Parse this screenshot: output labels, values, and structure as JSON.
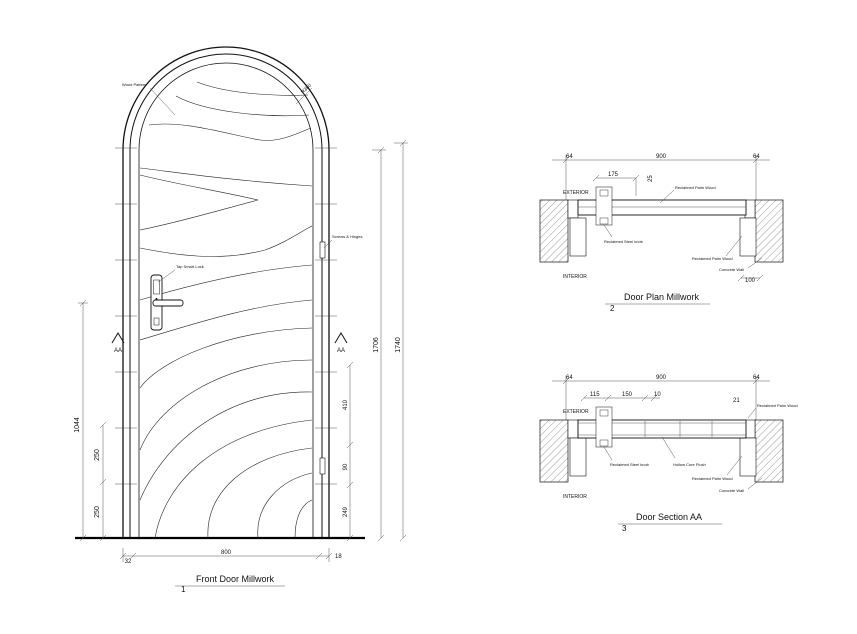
{
  "front": {
    "title": "Front Door Millwork",
    "number": "1",
    "notes": {
      "wood_pattern": "Wood Pattern",
      "radius": "R380",
      "tap_smart_lock": "Tap Smart Lock",
      "screws_hinges": "Screws & Hinges",
      "section_mark": "AA"
    },
    "dims": {
      "width": "800",
      "left_frame": "32",
      "right_frame": "18",
      "height_inner": "1706",
      "height_total": "1740",
      "handle_height": "1044",
      "lower_left_1": "250",
      "lower_left_2": "250",
      "right_410": "410",
      "right_90": "90",
      "right_249": "249"
    }
  },
  "plan": {
    "title": "Door Plan Millwork",
    "number": "2",
    "labels": {
      "exterior": "EXTERIOR",
      "interior": "INTERIOR",
      "reclaimed_palm": "Reclaimed Palm Wood",
      "reclaimed_steel": "Reclaimed Steel knob",
      "reclaimed_palm_2": "Reclaimed Palm Wood",
      "concrete_wall": "Concrete Wall"
    },
    "dims": {
      "left": "64",
      "width": "900",
      "right": "64",
      "d175": "175",
      "d25": "25",
      "d100": "100"
    }
  },
  "section": {
    "title": "Door Section AA",
    "number": "3",
    "labels": {
      "exterior": "EXTERIOR",
      "interior": "INTERIOR",
      "reclaimed_palm_top": "Reclaimed Palm Wood",
      "reclaimed_steel": "Reclaimed Steel knob",
      "hollow_core": "Hollow Core Flush",
      "reclaimed_palm": "Reclaimed Palm Wood",
      "concrete_wall": "Concrete Wall"
    },
    "dims": {
      "left": "64",
      "width": "900",
      "right": "64",
      "d115": "115",
      "d150": "150",
      "d10": "10",
      "d21": "21"
    }
  },
  "icons": [
    "section-arrow-icon",
    "keypad-lock-icon"
  ]
}
